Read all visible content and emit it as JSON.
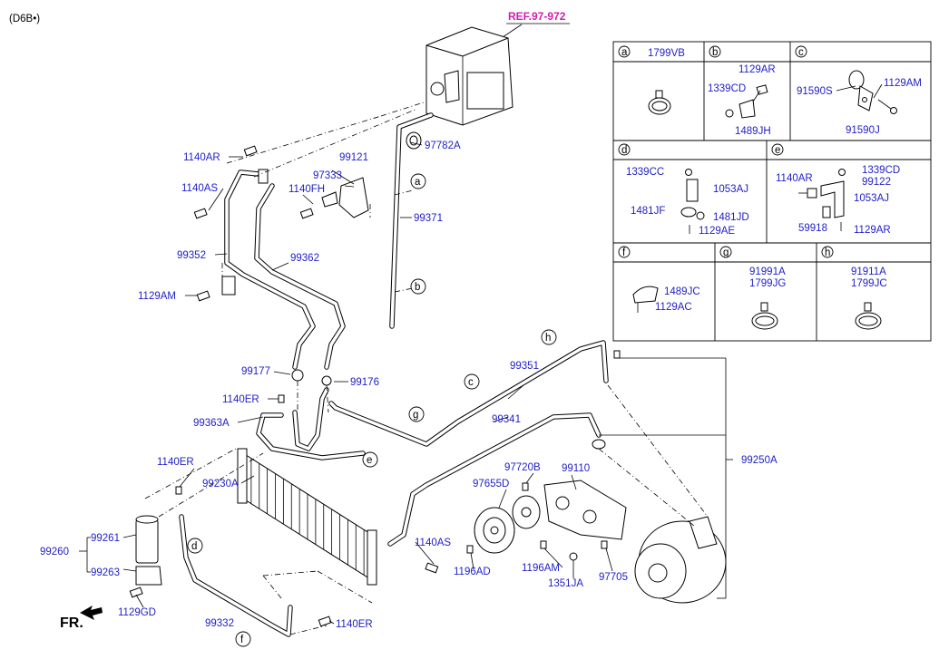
{
  "header_code": "(D6B•)",
  "reference": "REF.97-972",
  "direction": "FR.",
  "colors": {
    "label": "#1e1ec8",
    "reference": "#d21cb4"
  },
  "inset_tables": [
    {
      "letter": "a",
      "parts": [
        "1799VB"
      ]
    },
    {
      "letter": "b",
      "parts": [
        "1129AR",
        "1339CD",
        "1489JH"
      ]
    },
    {
      "letter": "c",
      "parts": [
        "91590S",
        "1129AM",
        "91590J"
      ]
    },
    {
      "letter": "d",
      "parts": [
        "1339CC",
        "1053AJ",
        "1481JF",
        "1481JD",
        "1129AE"
      ]
    },
    {
      "letter": "e",
      "parts": [
        "1140AR",
        "1339CD",
        "99122",
        "1053AJ",
        "59918",
        "1129AR"
      ]
    },
    {
      "letter": "f",
      "parts": [
        "1489JC",
        "1129AC"
      ]
    },
    {
      "letter": "g",
      "parts": [
        "91991A",
        "1799JG"
      ]
    },
    {
      "letter": "h",
      "parts": [
        "91911A",
        "1799JC"
      ]
    }
  ],
  "main_labels": [
    "97782A",
    "99371",
    "1140AR",
    "99121",
    "97333",
    "1140FH",
    "1140AS",
    "99352",
    "99362",
    "1129AM",
    "99177",
    "99176",
    "1140ER",
    "99363A",
    "99351",
    "99341",
    "99250A",
    "1140ER",
    "99230A",
    "97720B",
    "99110",
    "97655D",
    "99261",
    "99260",
    "99263",
    "1140AS",
    "1196AD",
    "1196AM",
    "1351JA",
    "97705",
    "1129GD",
    "99332",
    "1140ER"
  ],
  "callouts": [
    "a",
    "b",
    "c",
    "d",
    "e",
    "f",
    "g",
    "h"
  ]
}
